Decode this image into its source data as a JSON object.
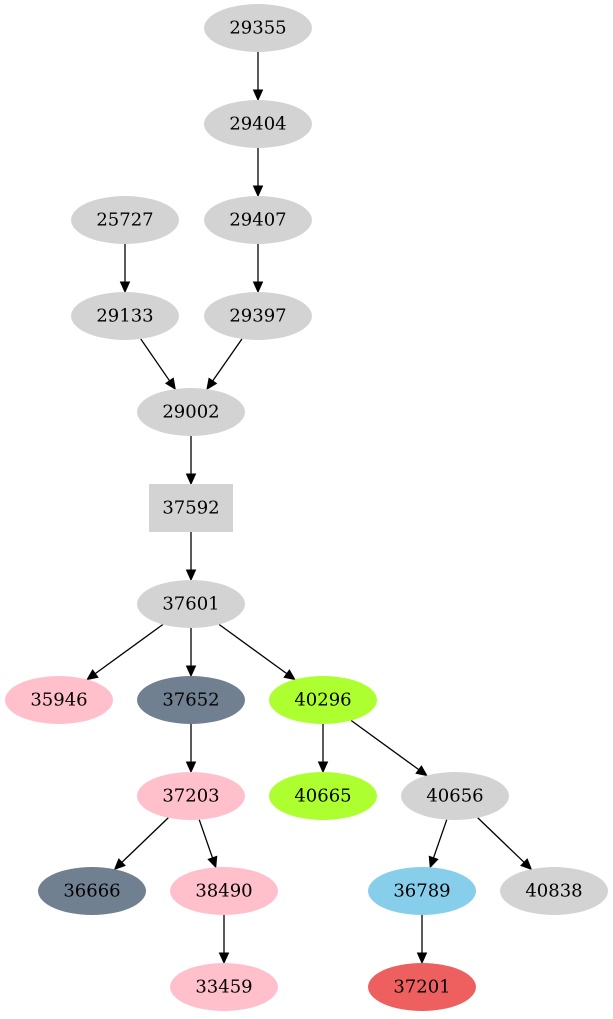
{
  "graph": {
    "nodes": [
      {
        "id": "29355",
        "label": "29355",
        "shape": "ellipse",
        "fill": "#d3d3d3",
        "text": "#000000"
      },
      {
        "id": "29404",
        "label": "29404",
        "shape": "ellipse",
        "fill": "#d3d3d3",
        "text": "#000000"
      },
      {
        "id": "25727",
        "label": "25727",
        "shape": "ellipse",
        "fill": "#d3d3d3",
        "text": "#000000"
      },
      {
        "id": "29407",
        "label": "29407",
        "shape": "ellipse",
        "fill": "#d3d3d3",
        "text": "#000000"
      },
      {
        "id": "29133",
        "label": "29133",
        "shape": "ellipse",
        "fill": "#d3d3d3",
        "text": "#000000"
      },
      {
        "id": "29397",
        "label": "29397",
        "shape": "ellipse",
        "fill": "#d3d3d3",
        "text": "#000000"
      },
      {
        "id": "29002",
        "label": "29002",
        "shape": "ellipse",
        "fill": "#d3d3d3",
        "text": "#000000"
      },
      {
        "id": "37592",
        "label": "37592",
        "shape": "box",
        "fill": "#d3d3d3",
        "text": "#000000"
      },
      {
        "id": "37601",
        "label": "37601",
        "shape": "ellipse",
        "fill": "#d3d3d3",
        "text": "#000000"
      },
      {
        "id": "35946",
        "label": "35946",
        "shape": "ellipse",
        "fill": "#ffc0cb",
        "text": "#000000"
      },
      {
        "id": "37652",
        "label": "37652",
        "shape": "ellipse",
        "fill": "#708090",
        "text": "#000000"
      },
      {
        "id": "40296",
        "label": "40296",
        "shape": "ellipse",
        "fill": "#adff2f",
        "text": "#000000"
      },
      {
        "id": "37203",
        "label": "37203",
        "shape": "ellipse",
        "fill": "#ffc0cb",
        "text": "#000000"
      },
      {
        "id": "40665",
        "label": "40665",
        "shape": "ellipse",
        "fill": "#adff2f",
        "text": "#000000"
      },
      {
        "id": "40656",
        "label": "40656",
        "shape": "ellipse",
        "fill": "#d3d3d3",
        "text": "#000000"
      },
      {
        "id": "36666",
        "label": "36666",
        "shape": "ellipse",
        "fill": "#708090",
        "text": "#000000"
      },
      {
        "id": "38490",
        "label": "38490",
        "shape": "ellipse",
        "fill": "#ffc0cb",
        "text": "#000000"
      },
      {
        "id": "36789",
        "label": "36789",
        "shape": "ellipse",
        "fill": "#87ceeb",
        "text": "#000000"
      },
      {
        "id": "40838",
        "label": "40838",
        "shape": "ellipse",
        "fill": "#d3d3d3",
        "text": "#000000"
      },
      {
        "id": "33459",
        "label": "33459",
        "shape": "ellipse",
        "fill": "#ffc0cb",
        "text": "#000000"
      },
      {
        "id": "37201",
        "label": "37201",
        "shape": "ellipse",
        "fill": "#ee5f5f",
        "text": "#000000"
      }
    ],
    "edges": [
      {
        "from": "29355",
        "to": "29404"
      },
      {
        "from": "29404",
        "to": "29407"
      },
      {
        "from": "29407",
        "to": "29397"
      },
      {
        "from": "25727",
        "to": "29133"
      },
      {
        "from": "29133",
        "to": "29002"
      },
      {
        "from": "29397",
        "to": "29002"
      },
      {
        "from": "29002",
        "to": "37592"
      },
      {
        "from": "37592",
        "to": "37601"
      },
      {
        "from": "37601",
        "to": "35946"
      },
      {
        "from": "37601",
        "to": "37652"
      },
      {
        "from": "37601",
        "to": "40296"
      },
      {
        "from": "37652",
        "to": "37203"
      },
      {
        "from": "40296",
        "to": "40665"
      },
      {
        "from": "40296",
        "to": "40656"
      },
      {
        "from": "37203",
        "to": "36666"
      },
      {
        "from": "37203",
        "to": "38490"
      },
      {
        "from": "40656",
        "to": "36789"
      },
      {
        "from": "40656",
        "to": "40838"
      },
      {
        "from": "38490",
        "to": "33459"
      },
      {
        "from": "36789",
        "to": "37201"
      }
    ]
  }
}
